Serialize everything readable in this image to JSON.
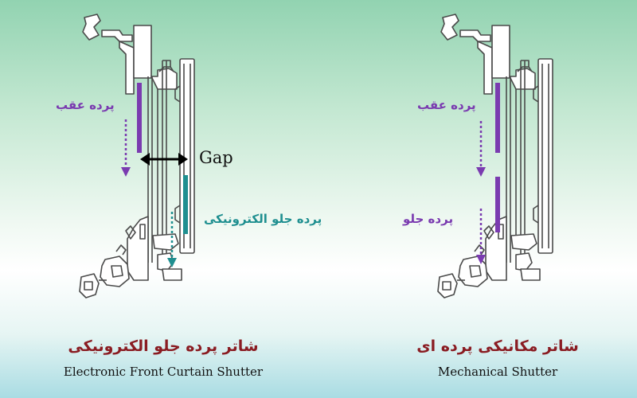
{
  "labels": {
    "rear_curtain": "پرده عقب",
    "gap": "Gap",
    "electronic_front_curtain": "پرده جلو الکترونیکی",
    "front_curtain": "پرده جلو"
  },
  "captions": {
    "left_fa": "شاتر پرده جلو الکترونیکی",
    "left_en": "Electronic Front Curtain Shutter",
    "right_fa": "شاتر مکانیکی پرده ای",
    "right_en": "Mechanical Shutter"
  },
  "colors": {
    "purple": "#7a3bb0",
    "teal": "#1f8f90",
    "caption_red": "#8a1c22",
    "line": "#4a4a4a"
  }
}
